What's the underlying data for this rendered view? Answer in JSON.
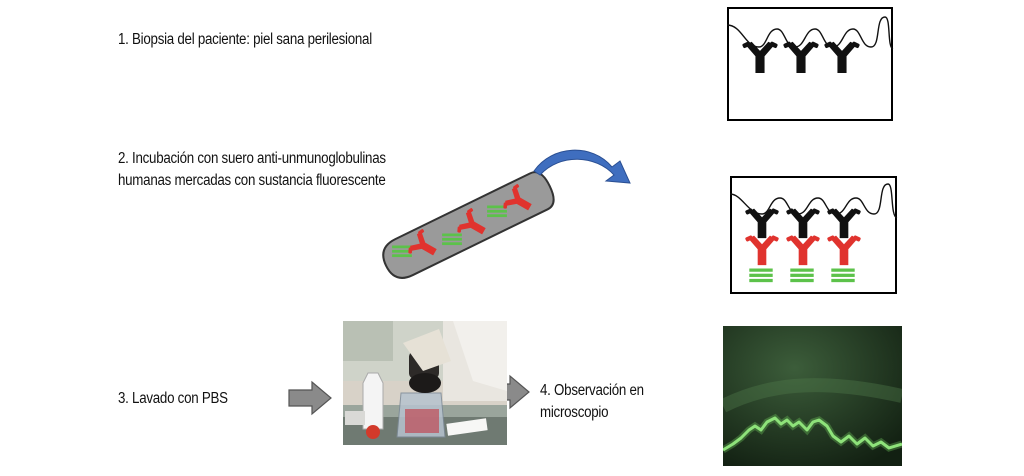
{
  "steps": [
    {
      "lines": [
        "1. Biopsia del paciente: piel sana perilesional"
      ]
    },
    {
      "lines": [
        "2. Incubación con suero anti-unmunoglobulinas",
        "humanas mercadas con sustancia fluorescente"
      ]
    },
    {
      "lines": [
        "3. Lavado con PBS"
      ]
    },
    {
      "lines": [
        "4. Observación en",
        "microscopio"
      ]
    }
  ],
  "icons": {
    "antibody_black": "antibody-black-icon",
    "antibody_red": "antibody-red-icon",
    "fluor_tag": "fluorescent-tag-icon",
    "curved_arrow": "curved-arrow-icon",
    "block_arrow": "block-arrow-icon"
  },
  "colors": {
    "antibody_black": "#111111",
    "antibody_red": "#e0332e",
    "fluor_green": "#5cc24a",
    "arrow_blue": "#3f6ebf",
    "arrow_gray": "#8a8a8a",
    "tube_gray": "#9a9a9a",
    "micro_bg": "#223a22",
    "micro_line": "#9ef08a"
  }
}
